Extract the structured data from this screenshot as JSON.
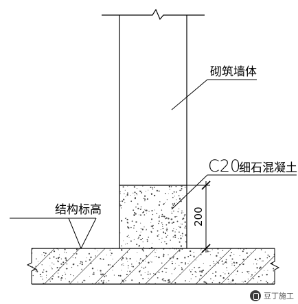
{
  "labels": {
    "wall": "砌筑墙体",
    "concrete_grade": "C20",
    "concrete_desc": "细石混凝土",
    "structure_level": "结构标高",
    "dimension": "200"
  },
  "watermark": {
    "text": "豆丁施工"
  },
  "colors": {
    "line": "#000000",
    "speckle": "#444444",
    "background": "#ffffff"
  }
}
